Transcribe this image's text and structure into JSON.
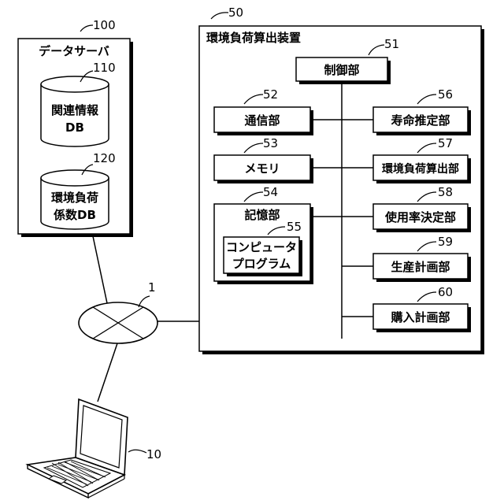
{
  "data_server": {
    "ref": "100",
    "title": "データサーバ",
    "db1": {
      "ref": "110",
      "line1": "関連情報",
      "line2": "DB"
    },
    "db2": {
      "ref": "120",
      "line1": "環境負荷",
      "line2": "係数DB"
    }
  },
  "device": {
    "ref": "50",
    "title": "環境負荷算出装置",
    "control": {
      "ref": "51",
      "label": "制御部"
    },
    "comm": {
      "ref": "52",
      "label": "通信部"
    },
    "memory": {
      "ref": "53",
      "label": "メモリ"
    },
    "storage": {
      "ref": "54",
      "label": "記憶部"
    },
    "program": {
      "ref": "55",
      "line1": "コンピュータ",
      "line2": "プログラム"
    },
    "lifespan": {
      "ref": "56",
      "label": "寿命推定部"
    },
    "env_calc": {
      "ref": "57",
      "label": "環境負荷算出部"
    },
    "usage": {
      "ref": "58",
      "label": "使用率決定部"
    },
    "production": {
      "ref": "59",
      "label": "生産計画部"
    },
    "purchase": {
      "ref": "60",
      "label": "購入計画部"
    }
  },
  "network": {
    "ref": "1"
  },
  "terminal": {
    "ref": "10"
  }
}
